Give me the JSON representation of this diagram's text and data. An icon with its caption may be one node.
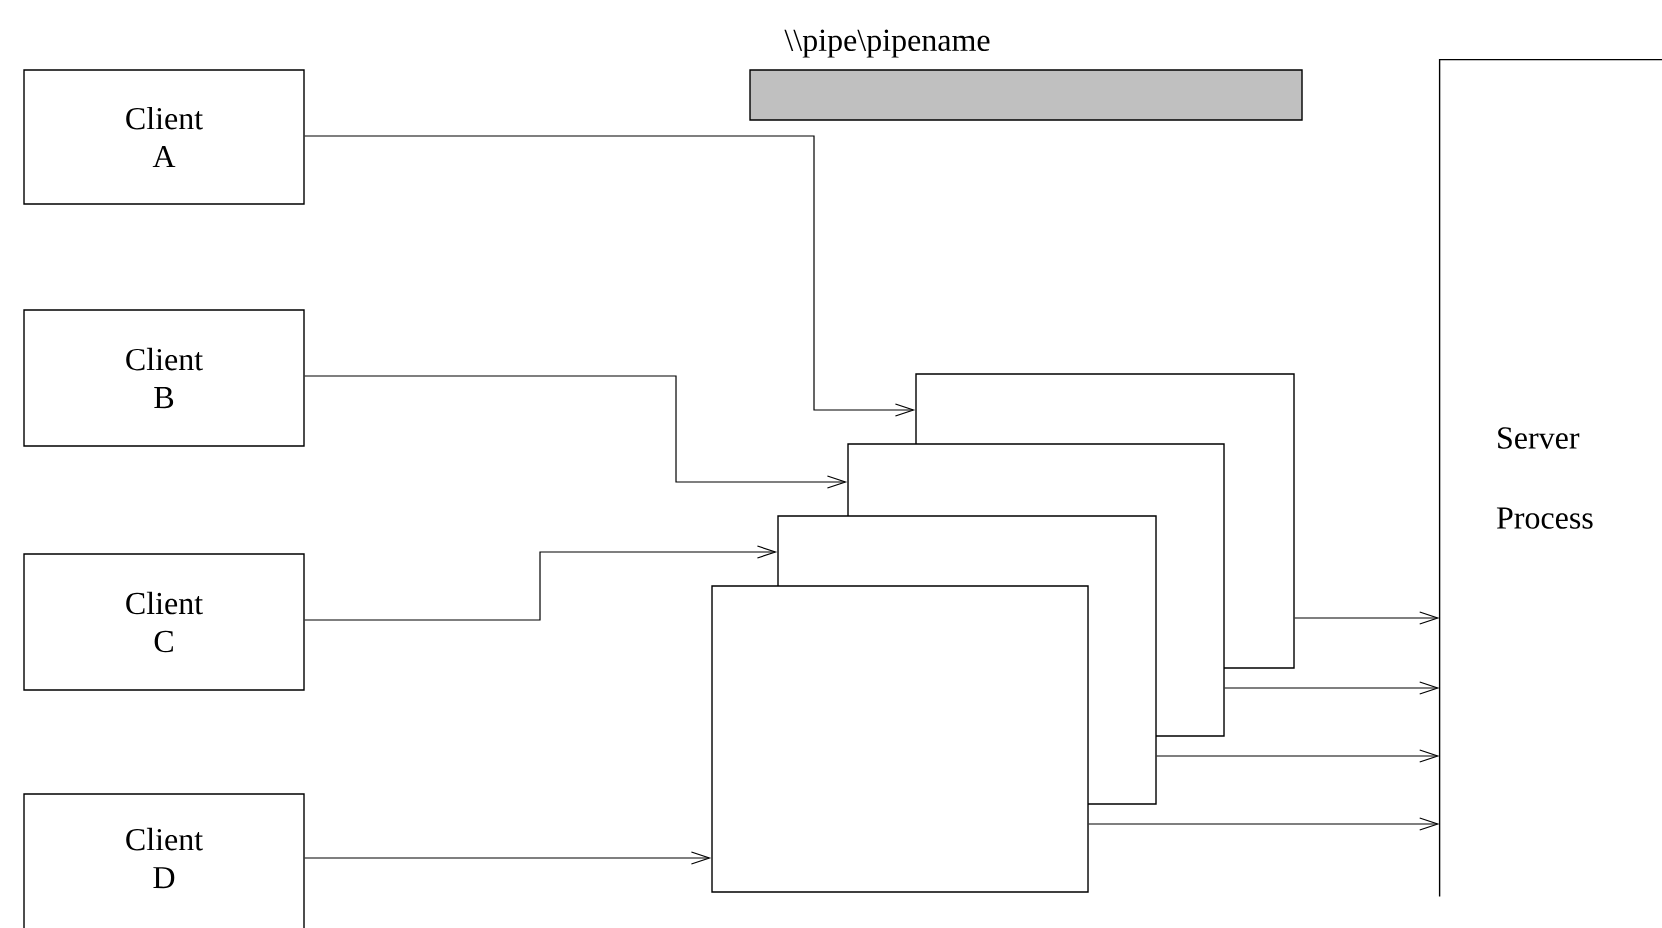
{
  "diagram": {
    "nodes": [
      {
        "text": [
          "Client A"
        ]
      },
      {
        "text": [
          "Client B"
        ]
      },
      {
        "text": [
          "Client C"
        ]
      },
      {
        "text": [
          "Client D"
        ]
      },
      {
        "text": [
          "\\\\pipe\\pipename"
        ]
      },
      {
        "text": [],
        "shape": "box"
      },
      {
        "text": [],
        "shape": "box"
      },
      {
        "text": [],
        "shape": "box"
      },
      {
        "text": [],
        "shape": "box"
      },
      {
        "text": [
          "Server Process"
        ]
      }
    ],
    "edges": [
      {
        "from": 0,
        "to": 5,
        "arrow": "to"
      },
      {
        "from": 1,
        "to": 6,
        "arrow": "to"
      },
      {
        "from": 2,
        "to": 7,
        "arrow": "to"
      },
      {
        "from": 3,
        "to": 8,
        "arrow": "to"
      },
      {
        "from": 5,
        "to": 9,
        "arrow": "to"
      },
      {
        "from": 6,
        "to": 9,
        "arrow": "to"
      },
      {
        "from": 7,
        "to": 9,
        "arrow": "to"
      },
      {
        "from": 8,
        "to": 9,
        "arrow": "to"
      }
    ]
  }
}
